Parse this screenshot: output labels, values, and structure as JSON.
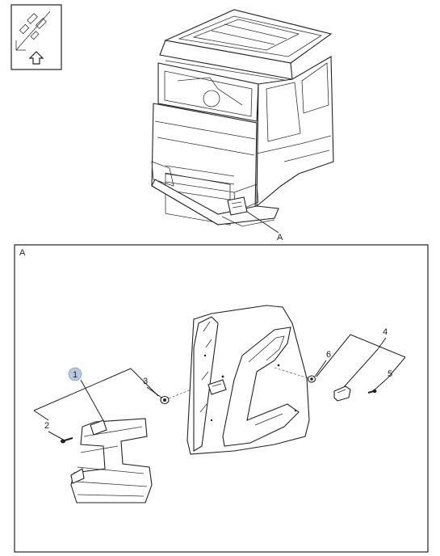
{
  "overview": {
    "callout_label": "A",
    "orientation_icon": "direction-arrow-up-icon"
  },
  "detail": {
    "frame_label": "A",
    "callouts": [
      {
        "id": "c1",
        "label": "1",
        "highlighted": true
      },
      {
        "id": "c2",
        "label": "2"
      },
      {
        "id": "c3",
        "label": "3"
      },
      {
        "id": "c4",
        "label": "4"
      },
      {
        "id": "c5",
        "label": "5"
      },
      {
        "id": "c6",
        "label": "6"
      }
    ]
  },
  "colors": {
    "line": "#222222",
    "highlight": "#b8c6de",
    "background": "#ffffff"
  }
}
